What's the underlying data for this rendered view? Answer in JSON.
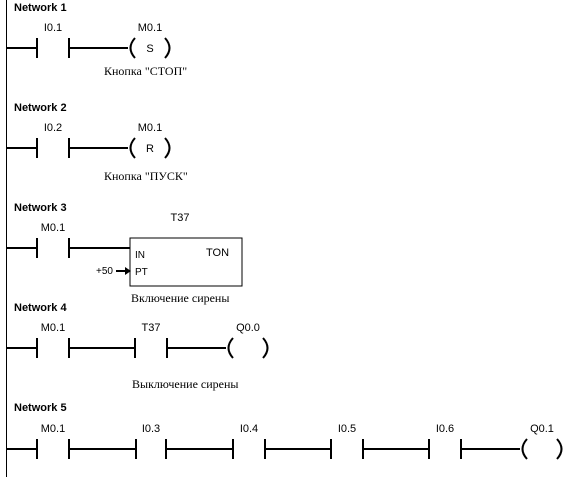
{
  "networks": [
    {
      "title": "Network 1",
      "contacts": [
        {
          "label": "I0.1"
        }
      ],
      "coil": {
        "label": "M0.1",
        "type": "S"
      },
      "comment": "Кнопка \"СТОП\""
    },
    {
      "title": "Network 2",
      "contacts": [
        {
          "label": "I0.2"
        }
      ],
      "coil": {
        "label": "M0.1",
        "type": "R"
      },
      "comment": "Кнопка \"ПУСК\""
    },
    {
      "title": "Network 3",
      "contacts": [
        {
          "label": "M0.1"
        }
      ],
      "timer": {
        "name": "T37",
        "type": "TON",
        "in_label": "IN",
        "pt_label": "PT",
        "pt_value": "+50"
      },
      "comment": "Включение сирены"
    },
    {
      "title": "Network 4",
      "contacts": [
        {
          "label": "M0.1"
        },
        {
          "label": "T37"
        }
      ],
      "coil": {
        "label": "Q0.0",
        "type": ""
      },
      "comment": "Выключение сирены"
    },
    {
      "title": "Network 5",
      "contacts": [
        {
          "label": "M0.1"
        },
        {
          "label": "I0.3"
        },
        {
          "label": "I0.4"
        },
        {
          "label": "I0.5"
        },
        {
          "label": "I0.6"
        }
      ],
      "coil": {
        "label": "Q0.1",
        "type": ""
      },
      "comment": ""
    }
  ]
}
